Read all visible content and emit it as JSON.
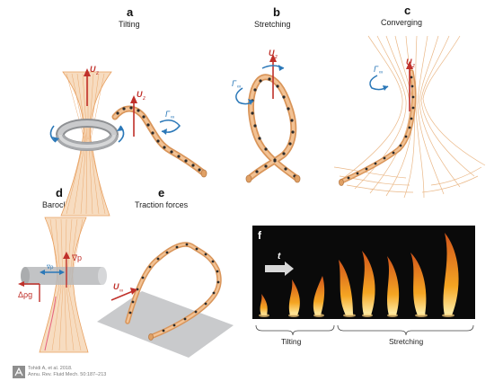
{
  "panels": {
    "a": {
      "letter": "a",
      "title": "Tilting",
      "labels": [
        "U",
        "z",
        "U",
        "z",
        "Γ",
        "∞"
      ]
    },
    "b": {
      "letter": "b",
      "title": "Stretching",
      "labels": [
        "U",
        "z",
        "Γ",
        "∞"
      ]
    },
    "c": {
      "letter": "c",
      "title": "Converging",
      "labels": [
        "U",
        "z",
        "Γ",
        "∞"
      ]
    },
    "d": {
      "letter": "d",
      "title": "Baroclinic term",
      "labels": [
        "∇p",
        "∇ρ",
        "Δρg"
      ]
    },
    "e": {
      "letter": "e",
      "title": "Traction forces",
      "labels": [
        "U",
        "∞"
      ]
    },
    "f": {
      "letter": "f",
      "time_label": "t",
      "phases": [
        "Tilting",
        "Stretching"
      ]
    }
  },
  "citation": {
    "line1": "Tohidi A, et al. 2018.",
    "line2": "Annu. Rev. Fluid Mech. 50:187–213"
  },
  "colors": {
    "vortex_orange": "#e8a060",
    "vortex_light": "#f4cfa4",
    "arrow_red": "#c0302a",
    "rotation_blue": "#2b78b8",
    "ring_gray": "#a7a9ac",
    "photo_bg": "#0a0a0a",
    "flame": "#f5a623"
  }
}
